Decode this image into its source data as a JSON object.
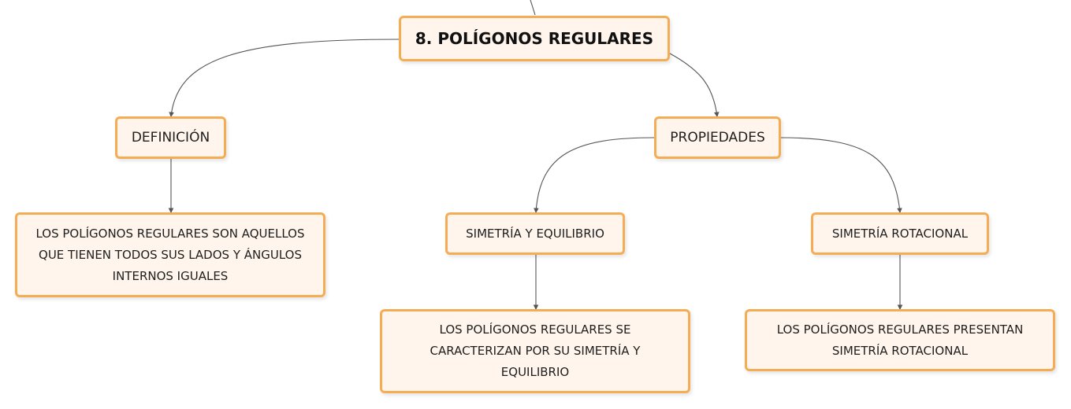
{
  "nodes": {
    "root": "8. POLÍGONOS REGULARES",
    "definicion": "DEFINICIÓN",
    "definicion_text": "LOS POLÍGONOS REGULARES SON AQUELLOS QUE TIENEN TODOS SUS LADOS Y ÁNGULOS INTERNOS IGUALES",
    "propiedades": "PROPIEDADES",
    "simetria_equilibrio": "SIMETRÍA Y EQUILIBRIO",
    "simetria_equilibrio_text": "LOS POLÍGONOS REGULARES SE CARACTERIZAN POR SU SIMETRÍA Y EQUILIBRIO",
    "simetria_rotacional": "SIMETRÍA ROTACIONAL",
    "simetria_rotacional_text": "LOS POLÍGONOS REGULARES PRESENTAN SIMETRÍA ROTACIONAL"
  },
  "colors": {
    "node_fill": "#fff5ec",
    "node_border": "#f5ad55",
    "connector": "#555555"
  }
}
